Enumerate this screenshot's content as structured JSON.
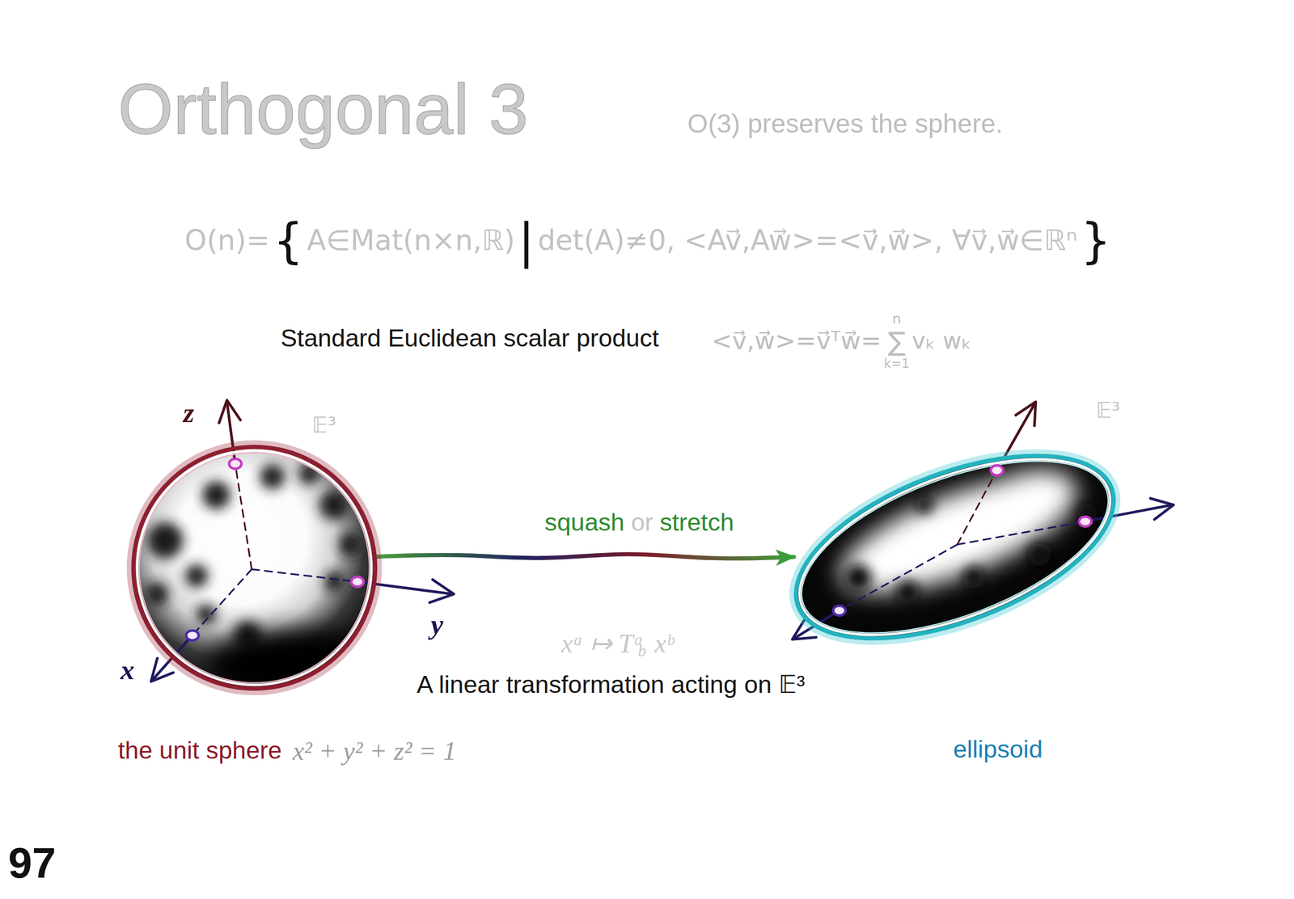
{
  "diagram": {
    "title": "Orthogonal 3",
    "nodes": [
      {
        "text": [
          "the unit sphere",
          "x² + y² + z² = 1"
        ]
      },
      {
        "text": [
          "ellipsoid"
        ]
      }
    ],
    "edges": [
      {
        "from": 0,
        "to": 1,
        "arrow": "to"
      }
    ],
    "labels": [
      "O(3) preserves the sphere.",
      "O(n)=",
      "{",
      "A∈Mat(n×n,ℝ)",
      "|",
      "det(A)≠0, <Av⃗,Aw⃗>=<v⃗,w⃗>, ∀v⃗,w⃗∈ℝⁿ",
      "}",
      "Standard Euclidean scalar product",
      "<v⃗,w⃗>=v⃗ᵀw⃗=",
      "n",
      "∑",
      "k=1",
      "vₖ wₖ",
      "z",
      "𝔼³",
      "y",
      "x",
      "squash",
      "or",
      "stretch",
      "𝔼³",
      "xᵃ ↦ Tᵃ",
      "b",
      "xᵇ",
      "A linear transformation acting on 𝔼³",
      "97"
    ]
  }
}
